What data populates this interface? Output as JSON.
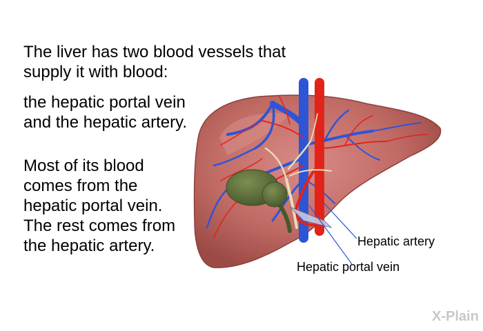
{
  "text": {
    "intro": [
      "The liver has two blood vessels that",
      "supply it with blood:"
    ],
    "detail": [
      "the hepatic portal vein",
      "and the hepatic artery."
    ],
    "portion": [
      "Most of its blood",
      "comes from the",
      "hepatic portal vein.",
      "The rest comes from",
      "the hepatic artery."
    ]
  },
  "labels": {
    "hepatic_artery": "Hepatic artery",
    "hepatic_portal_vein": "Hepatic portal vein"
  },
  "logo": "X-Plain",
  "colors": {
    "liver": "#b85a56",
    "artery": "#e2231a",
    "portal_vein": "#2d55d6",
    "gallbladder": "#56683a",
    "bile_duct": "#e9ddb7"
  }
}
